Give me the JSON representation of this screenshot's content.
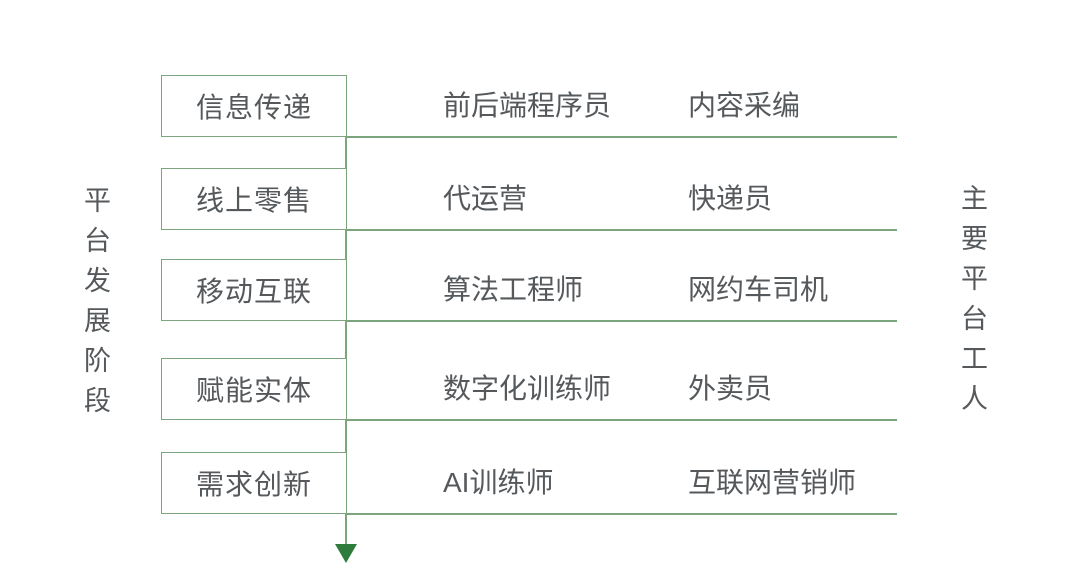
{
  "side_labels": {
    "left": "平台发展阶段",
    "right": "主要平台工人"
  },
  "rows": [
    {
      "stage": "信息传递",
      "jobs": [
        "前后端程序员",
        "内容采编"
      ]
    },
    {
      "stage": "线上零售",
      "jobs": [
        "代运营",
        "快递员"
      ]
    },
    {
      "stage": "移动互联",
      "jobs": [
        "算法工程师",
        "网约车司机"
      ]
    },
    {
      "stage": "赋能实体",
      "jobs": [
        "数字化训练师",
        "外卖员"
      ]
    },
    {
      "stage": "需求创新",
      "jobs": [
        "AI训练师",
        "互联网营销师"
      ]
    }
  ],
  "icons": {
    "axis_arrow": "down-arrow-filled"
  },
  "colors": {
    "line_green": "#7ba57d",
    "arrow_green": "#2e7c3c",
    "text_gray": "#55595c",
    "background": "#ffffff"
  }
}
